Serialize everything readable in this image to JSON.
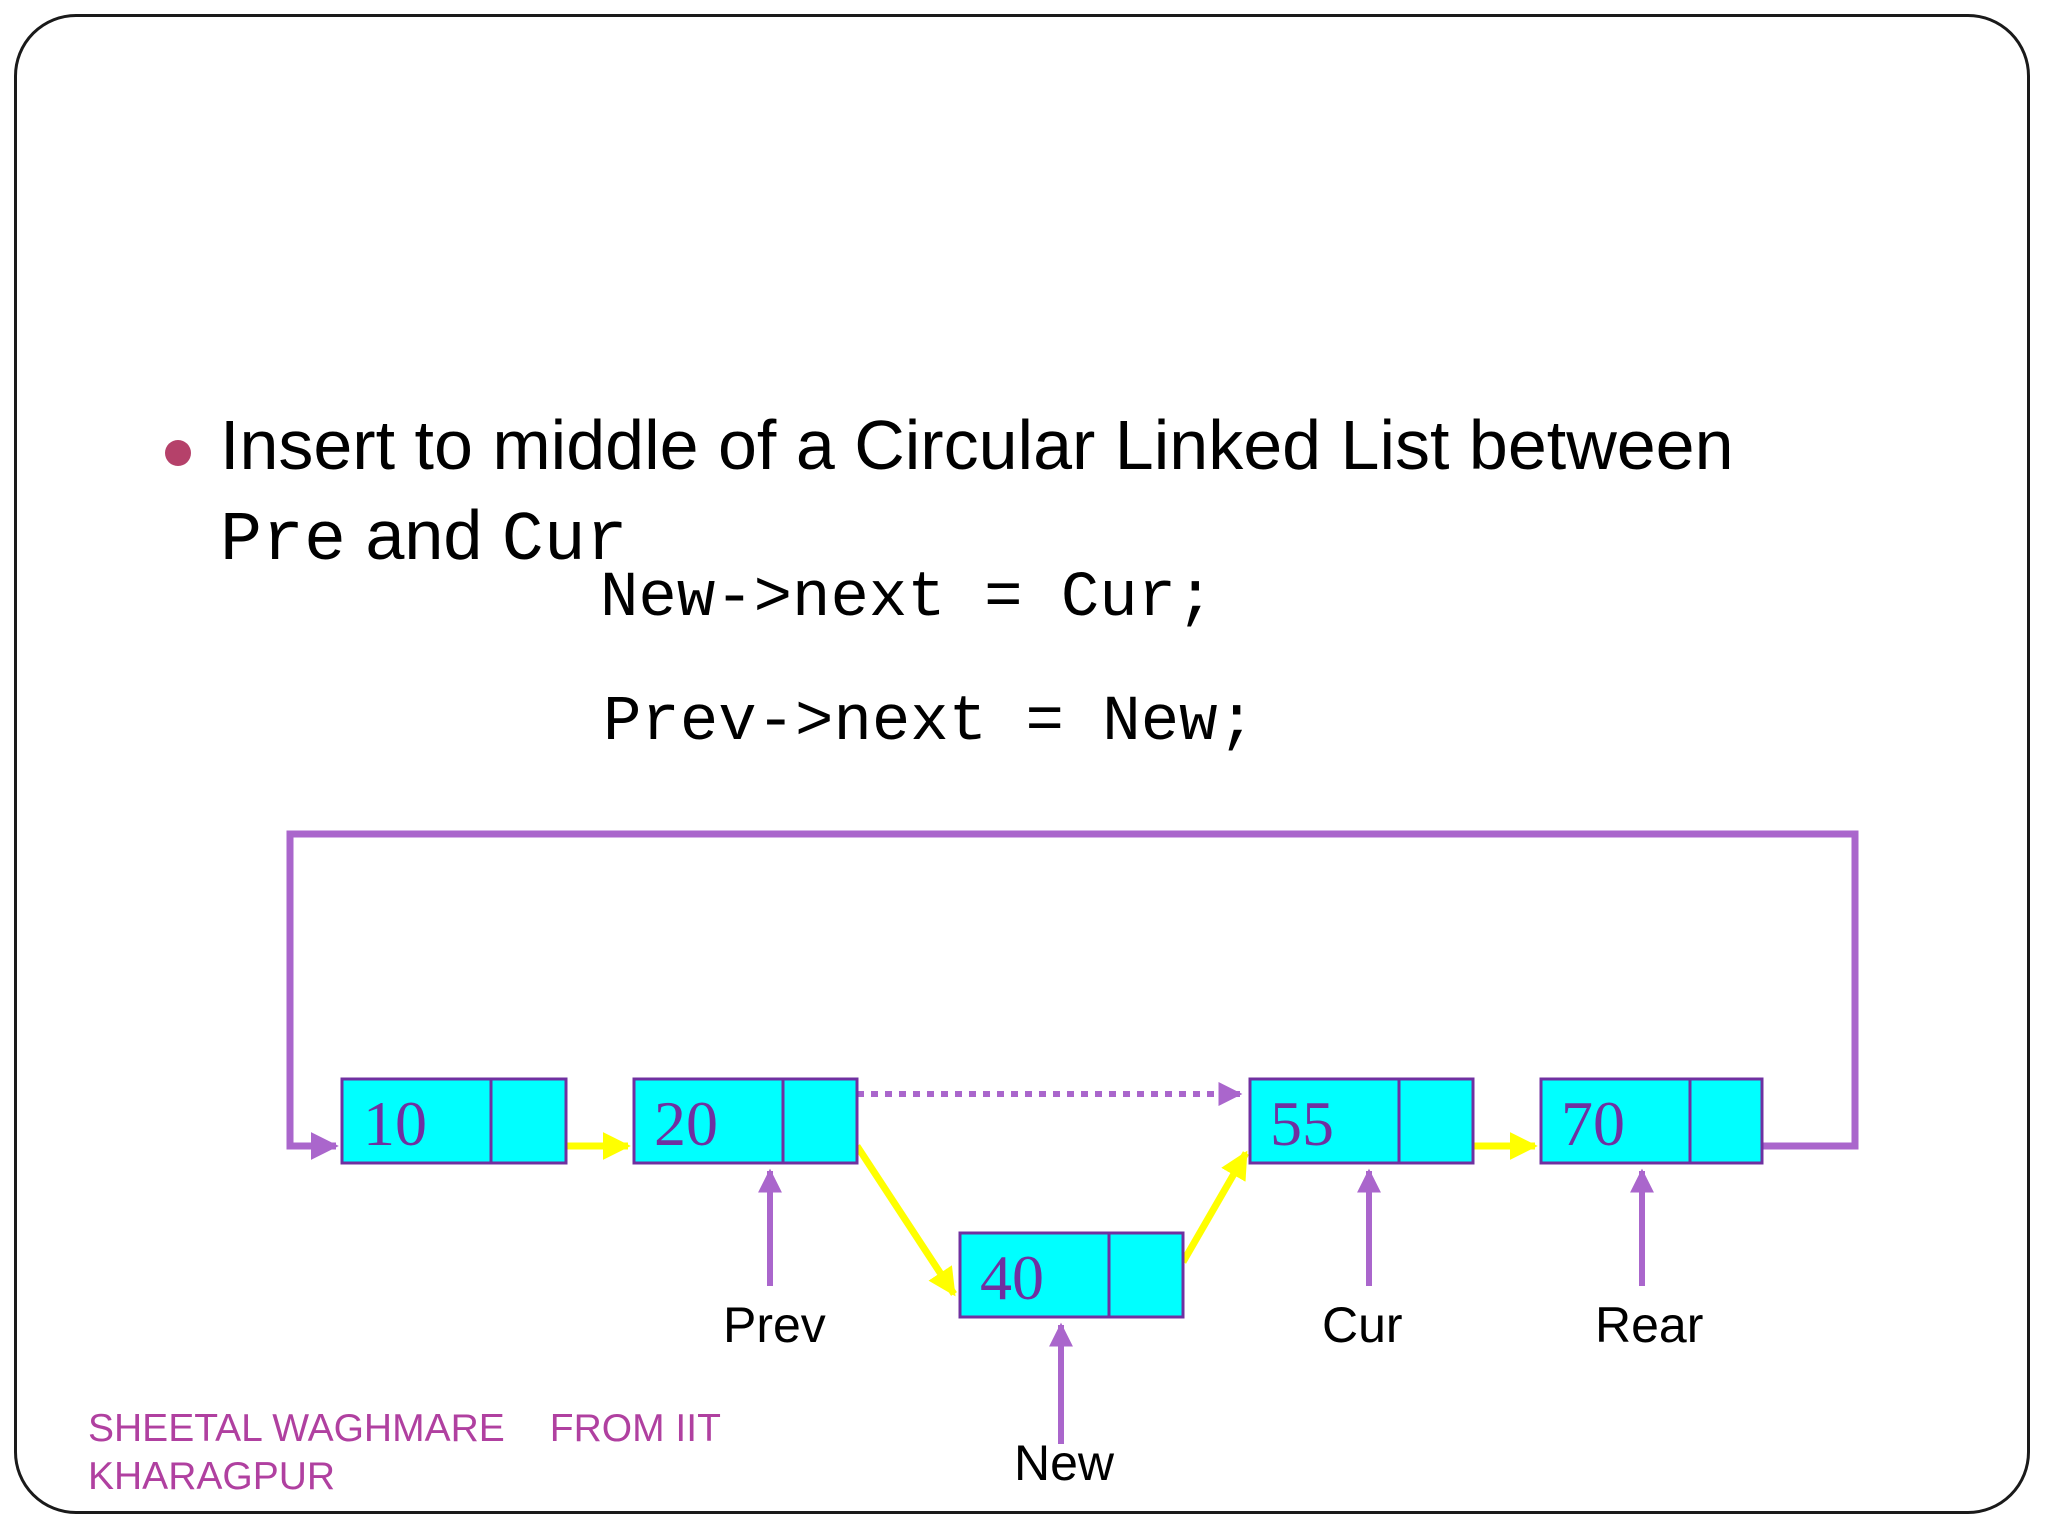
{
  "colors": {
    "bullet": "#b5416a",
    "node_fill": "#00ffff",
    "node_border": "#7030a0",
    "node_text": "#7030a0",
    "purple_link": "#aa66cc",
    "yellow_link": "#ffff00",
    "footer_text": "#b040a0"
  },
  "bullet": {
    "line1": "Insert to middle of a Circular Linked List between",
    "pre": "Pre",
    "and": " and ",
    "cur": "Cur"
  },
  "code": {
    "line1": "New->next = Cur;",
    "line2": "Prev->next = New;"
  },
  "diagram": {
    "nodes": [
      "10",
      "20",
      "40",
      "55",
      "70"
    ],
    "pointers": {
      "prev": "Prev",
      "new": "New",
      "cur": "Cur",
      "rear": "Rear"
    }
  },
  "footer": {
    "author": "SHEETAL WAGHMARE",
    "from": "FROM IIT",
    "place": "KHARAGPUR"
  }
}
